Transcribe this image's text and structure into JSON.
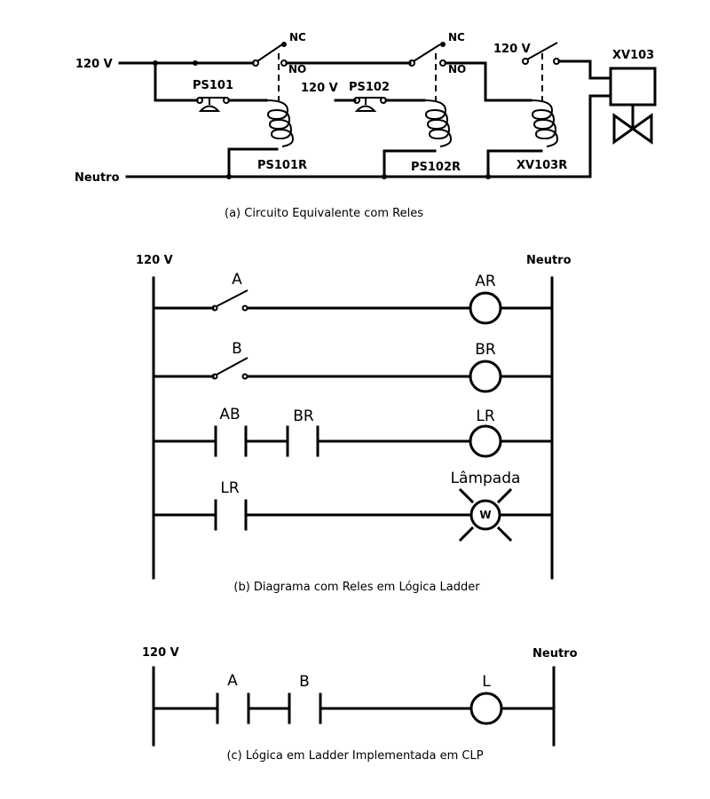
{
  "panel_a": {
    "supply_label": "120 V",
    "neutral_label": "Neutro",
    "ps101": "PS101",
    "ps102": "PS102",
    "supply_label_2": "120 V",
    "supply_label_3": "120 V",
    "nc_1": "NC",
    "no_1": "NO",
    "nc_2": "NC",
    "no_2": "NO",
    "coil_1": "PS101R",
    "coil_2": "PS102R",
    "coil_3": "XV103R",
    "valve": "XV103",
    "caption": "(a) Circuito Equivalente com Reles"
  },
  "panel_b": {
    "supply_label": "120 V",
    "neutral_label": "Neutro",
    "rung1_switch": "A",
    "rung1_coil": "AR",
    "rung2_switch": "B",
    "rung2_coil": "BR",
    "rung3_contact1": "AB",
    "rung3_contact2": "BR",
    "rung3_coil": "LR",
    "rung4_contact": "LR",
    "rung4_lamp": "Lâmpada",
    "lamp_symbol": "W",
    "caption": "(b) Diagrama com Reles em Lógica Ladder"
  },
  "panel_c": {
    "supply_label": "120 V",
    "neutral_label": "Neutro",
    "contact1": "A",
    "contact2": "B",
    "coil": "L",
    "caption": "(c) Lógica em Ladder Implementada em CLP"
  }
}
